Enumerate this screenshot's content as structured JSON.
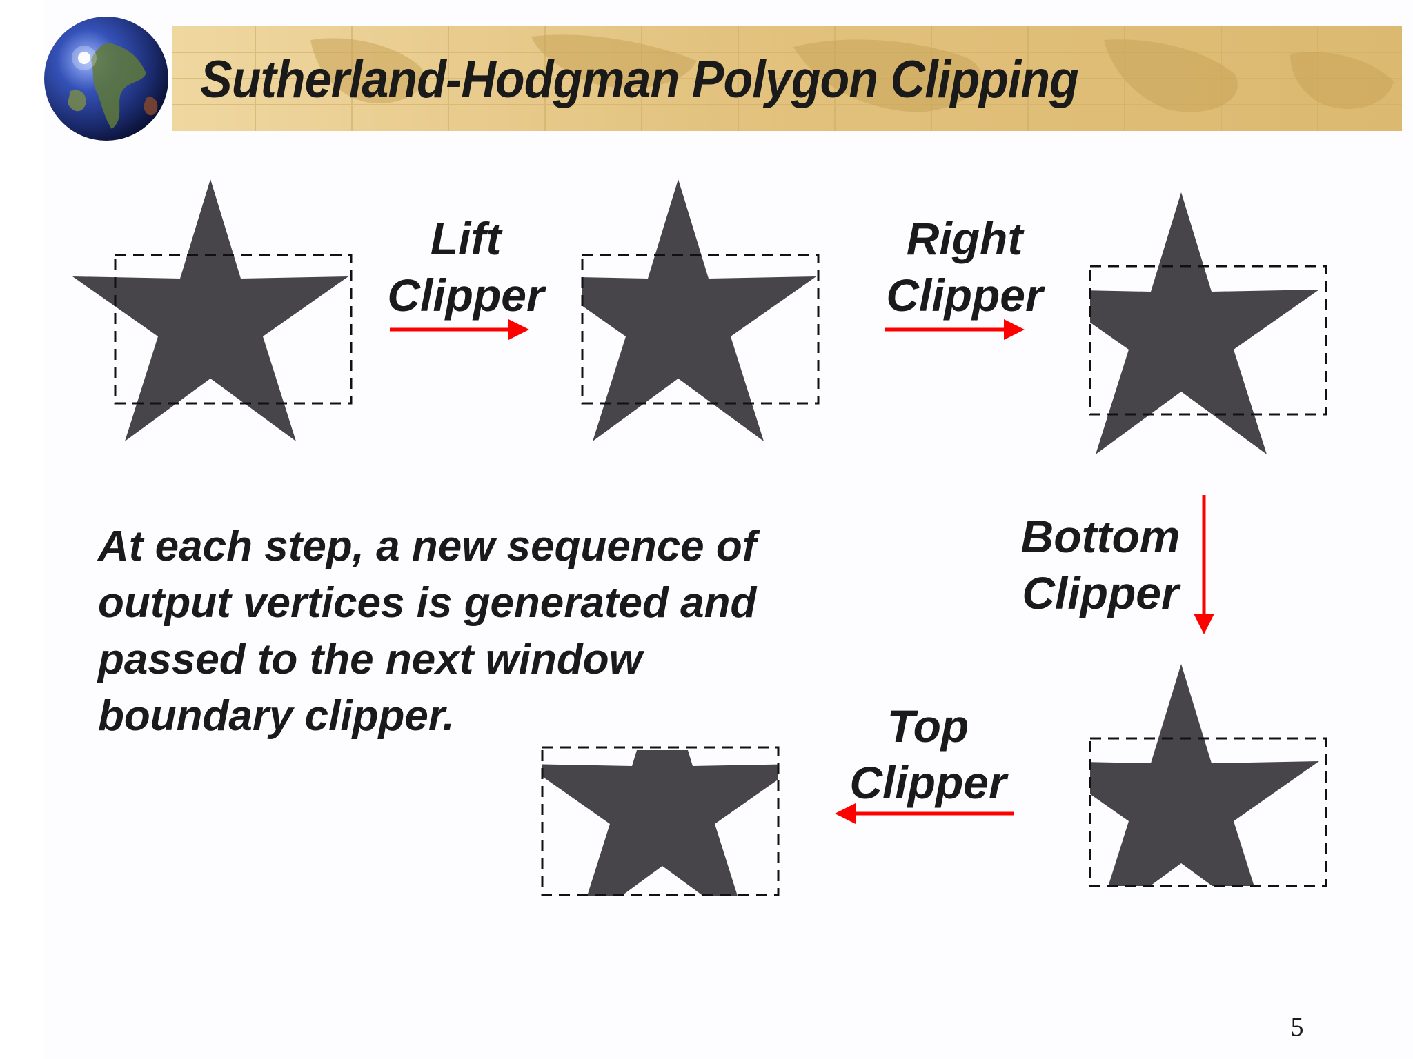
{
  "slide": {
    "title": "Sutherland-Hodgman Polygon Clipping",
    "page_number": "5"
  },
  "steps": [
    {
      "line1": "Lift",
      "line2": "Clipper"
    },
    {
      "line1": "Right",
      "line2": "Clipper"
    },
    {
      "line1": "Bottom",
      "line2": "Clipper"
    },
    {
      "line1": "Top",
      "line2": "Clipper"
    }
  ],
  "caption": "At each step, a new sequence of output vertices is generated and passed to the next window boundary clipper.",
  "colors": {
    "star_fill": "#474549",
    "arrow": "#ff0000",
    "clip_window_stroke": "#111111",
    "banner": "#e2c27e"
  }
}
